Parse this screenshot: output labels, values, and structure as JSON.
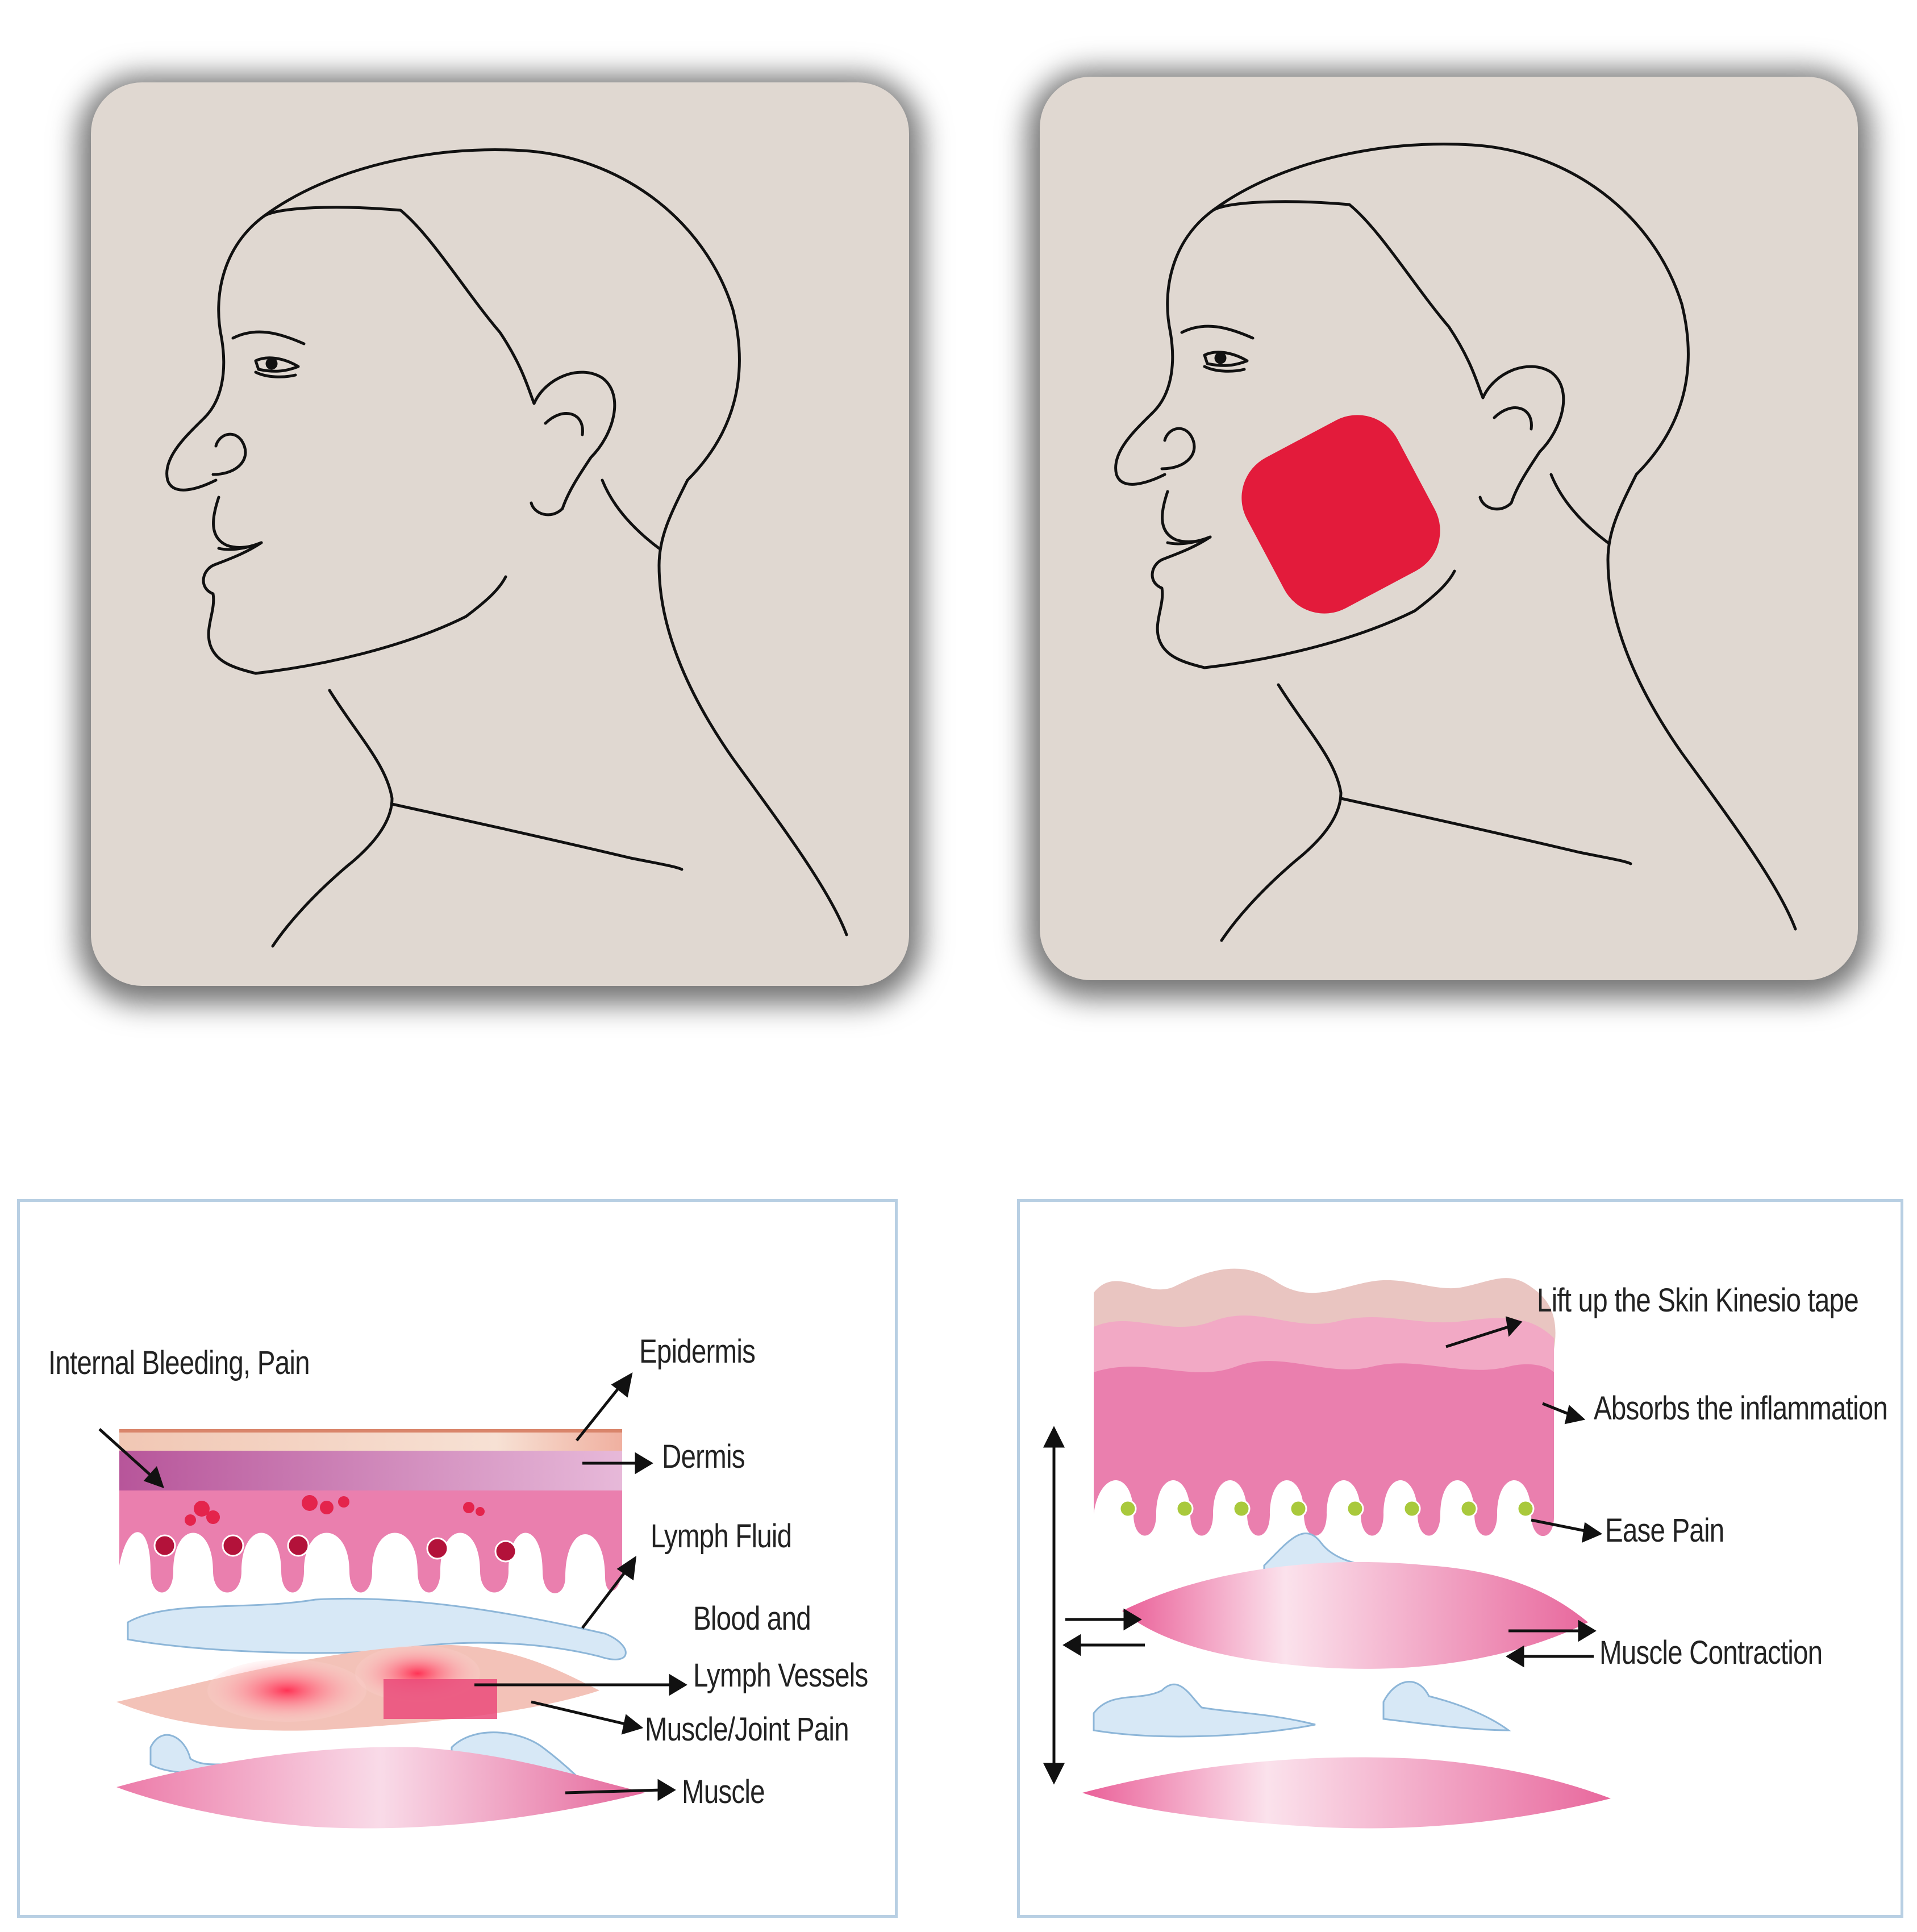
{
  "colors": {
    "card_bg": "#e0d8d1",
    "tape": "#e31b3b",
    "panel_border": "#b8cfe3",
    "skin_pink": "#ea7fae",
    "lymph": "#cfe2f3",
    "label": "#222222"
  },
  "left_panel": {
    "labels": {
      "internal_bleeding": "Internal Bleeding, Pain",
      "epidermis": "Epidermis",
      "dermis": "Dermis",
      "lymph_fluid": "Lymph Fluid",
      "blood_lymph_1": "Blood and",
      "blood_lymph_2": "Lymph Vessels",
      "muscle_joint_pain": "Muscle/Joint Pain",
      "muscle": "Muscle"
    }
  },
  "right_panel": {
    "labels": {
      "lift_up": "Lift up the Skin Kinesio tape",
      "absorbs": "Absorbs the inflammation",
      "ease_pain": "Ease Pain",
      "muscle_contraction": "Muscle Contraction"
    }
  }
}
